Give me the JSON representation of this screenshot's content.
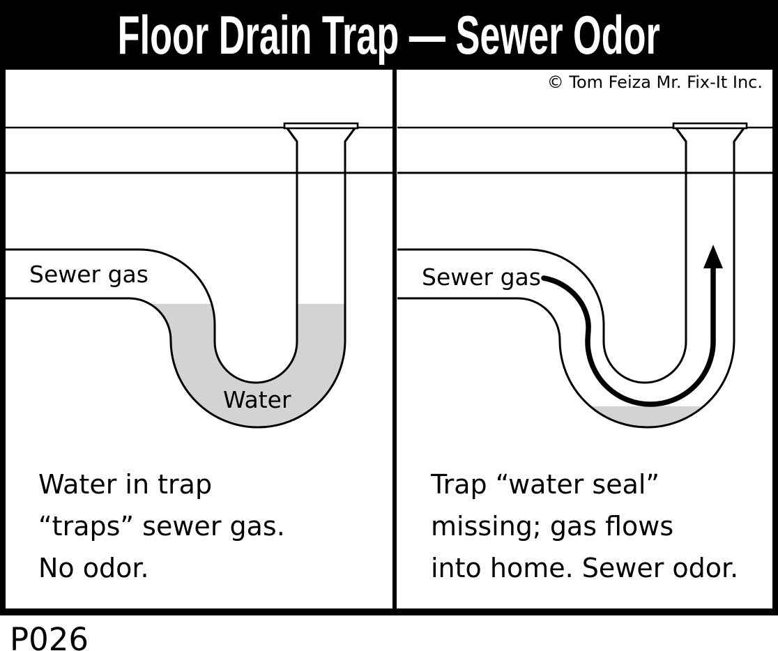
{
  "banner": {
    "title": "Floor Drain Trap — Sewer Odor"
  },
  "copyright": "© Tom Feiza Mr. Fix-It Inc.",
  "panels": {
    "left": {
      "pipe_label": "Sewer gas",
      "water_label": "Water",
      "caption_lines": [
        "Water in trap",
        "“traps” sewer gas.",
        "No odor."
      ]
    },
    "right": {
      "pipe_label": "Sewer gas",
      "caption_lines": [
        "Trap “water seal”",
        "missing; gas flows",
        "into home. Sewer odor."
      ]
    }
  },
  "figure_code": "P026",
  "colors": {
    "line": "#000000",
    "water": "#d3d3d3",
    "background": "#ffffff",
    "banner_bg": "#000000",
    "banner_fg": "#ffffff"
  }
}
